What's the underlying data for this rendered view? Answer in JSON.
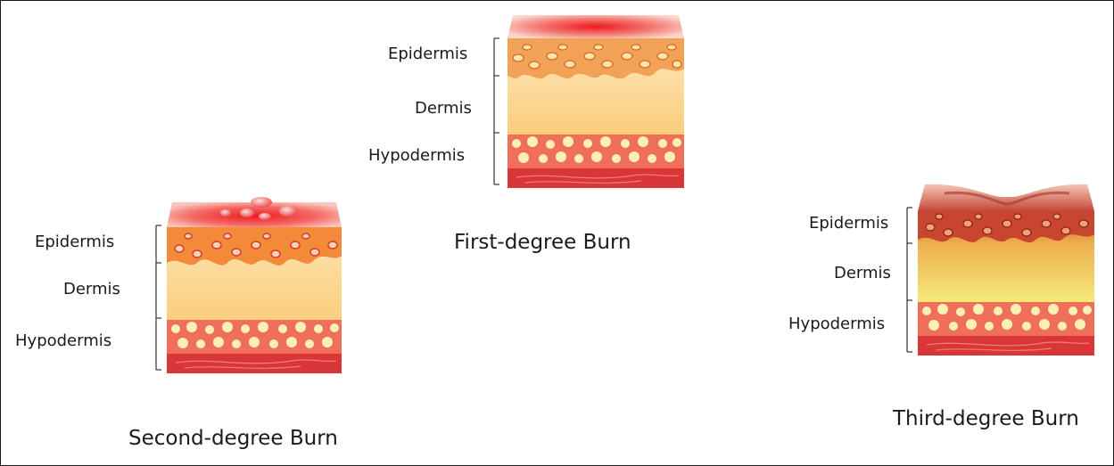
{
  "diagram": {
    "colors": {
      "burn_red": "#e8101a",
      "epidermis": "#f28a3a",
      "dermis": "#fbd58f",
      "hypodermis": "#ef6f5a",
      "fat_cells": "#fdf0b5",
      "muscle": "#d9363a",
      "third_degree_dermis": "#f4ea7a"
    },
    "first_degree": {
      "title": "First-degree Burn",
      "labels": {
        "epidermis": "Epidermis",
        "dermis": "Dermis",
        "hypodermis": "Hypodermis"
      }
    },
    "second_degree": {
      "title": "Second-degree Burn",
      "labels": {
        "epidermis": "Epidermis",
        "dermis": "Dermis",
        "hypodermis": "Hypodermis"
      }
    },
    "third_degree": {
      "title": "Third-degree Burn",
      "labels": {
        "epidermis": "Epidermis",
        "dermis": "Dermis",
        "hypodermis": "Hypodermis"
      }
    }
  }
}
